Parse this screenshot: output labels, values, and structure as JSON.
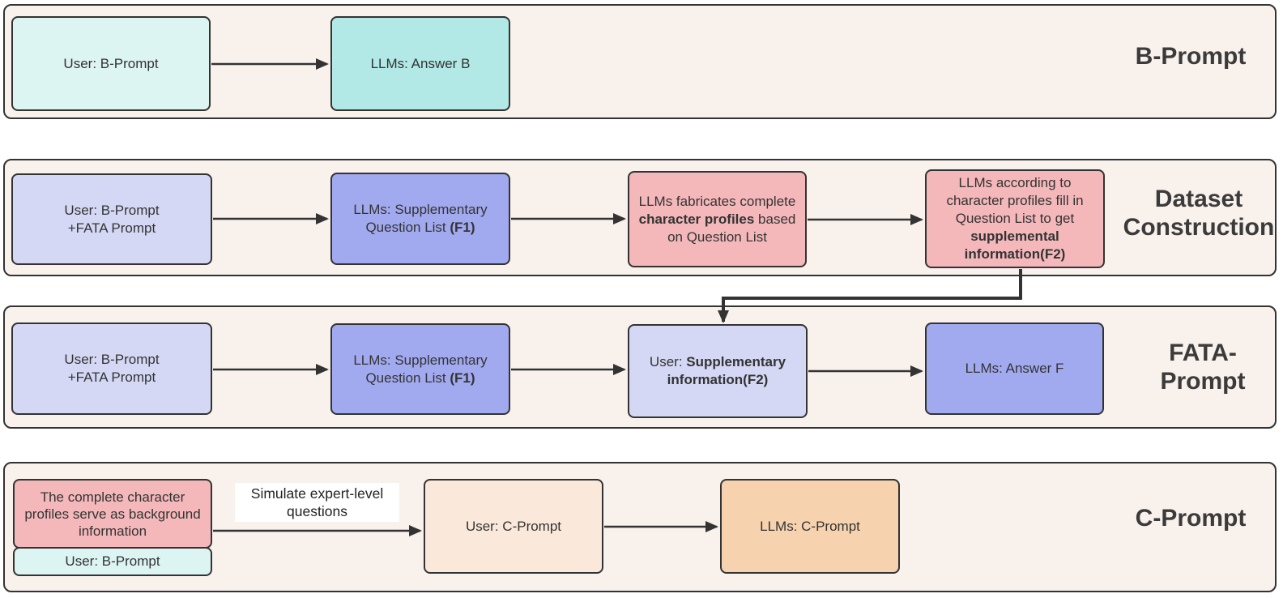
{
  "colors": {
    "panel_bg": "#F8F1EC",
    "border_dark": "#333333",
    "arrow": "#333333",
    "title_color": "#3B3B3B",
    "cyan_light": "#DCF4F2",
    "cyan": "#B2E8E6",
    "lavender_light": "#D5D8F5",
    "lavender": "#A2AAEF",
    "pink": "#F4B8BB",
    "peach_light": "#FAE9DA",
    "peach": "#F7D2AF"
  },
  "panels": {
    "b_prompt": {
      "title": "B-Prompt",
      "boxes": {
        "user_b_prompt": {
          "text": "User: B-Prompt"
        },
        "llms_answer_b": {
          "text": "LLMs: Answer B"
        }
      }
    },
    "dataset_construction": {
      "title_line1": "Dataset",
      "title_line2": "Construction",
      "boxes": {
        "user_b_fata": {
          "line1": "User: B-Prompt",
          "line2": "+FATA Prompt"
        },
        "llms_question_list": {
          "rich": [
            {
              "t": "LLMs: Supplementary Question List "
            },
            {
              "t": "(F1)",
              "b": true
            }
          ]
        },
        "llms_fabricates": {
          "rich": [
            {
              "t": "LLMs fabricates complete "
            },
            {
              "t": "character profiles",
              "b": true
            },
            {
              "t": " based on Question List"
            }
          ]
        },
        "llms_fill": {
          "rich": [
            {
              "t": "LLMs according to character profiles fill in Question List to get "
            },
            {
              "t": "supplemental information(F2)",
              "b": true
            }
          ]
        }
      }
    },
    "fata_prompt": {
      "title_line1": "FATA-",
      "title_line2": "Prompt",
      "boxes": {
        "user_b_fata": {
          "line1": "User: B-Prompt",
          "line2": "+FATA Prompt"
        },
        "llms_question_list": {
          "rich": [
            {
              "t": "LLMs: Supplementary Question List "
            },
            {
              "t": "(F1)",
              "b": true
            }
          ]
        },
        "user_supplementary": {
          "rich": [
            {
              "t": "User: "
            },
            {
              "t": "Supplementary information(F2)",
              "b": true
            }
          ]
        },
        "llms_answer_f": {
          "text": "LLMs: Answer F"
        }
      }
    },
    "c_prompt": {
      "title": "C-Prompt",
      "arrow_label": "Simulate expert-level questions",
      "boxes": {
        "profiles_background": {
          "text": "The complete character profiles serve as background information"
        },
        "user_b_prompt": {
          "text": "User: B-Prompt"
        },
        "user_c_prompt": {
          "text": "User: C-Prompt"
        },
        "llms_c_prompt": {
          "text": "LLMs: C-Prompt"
        }
      }
    }
  }
}
